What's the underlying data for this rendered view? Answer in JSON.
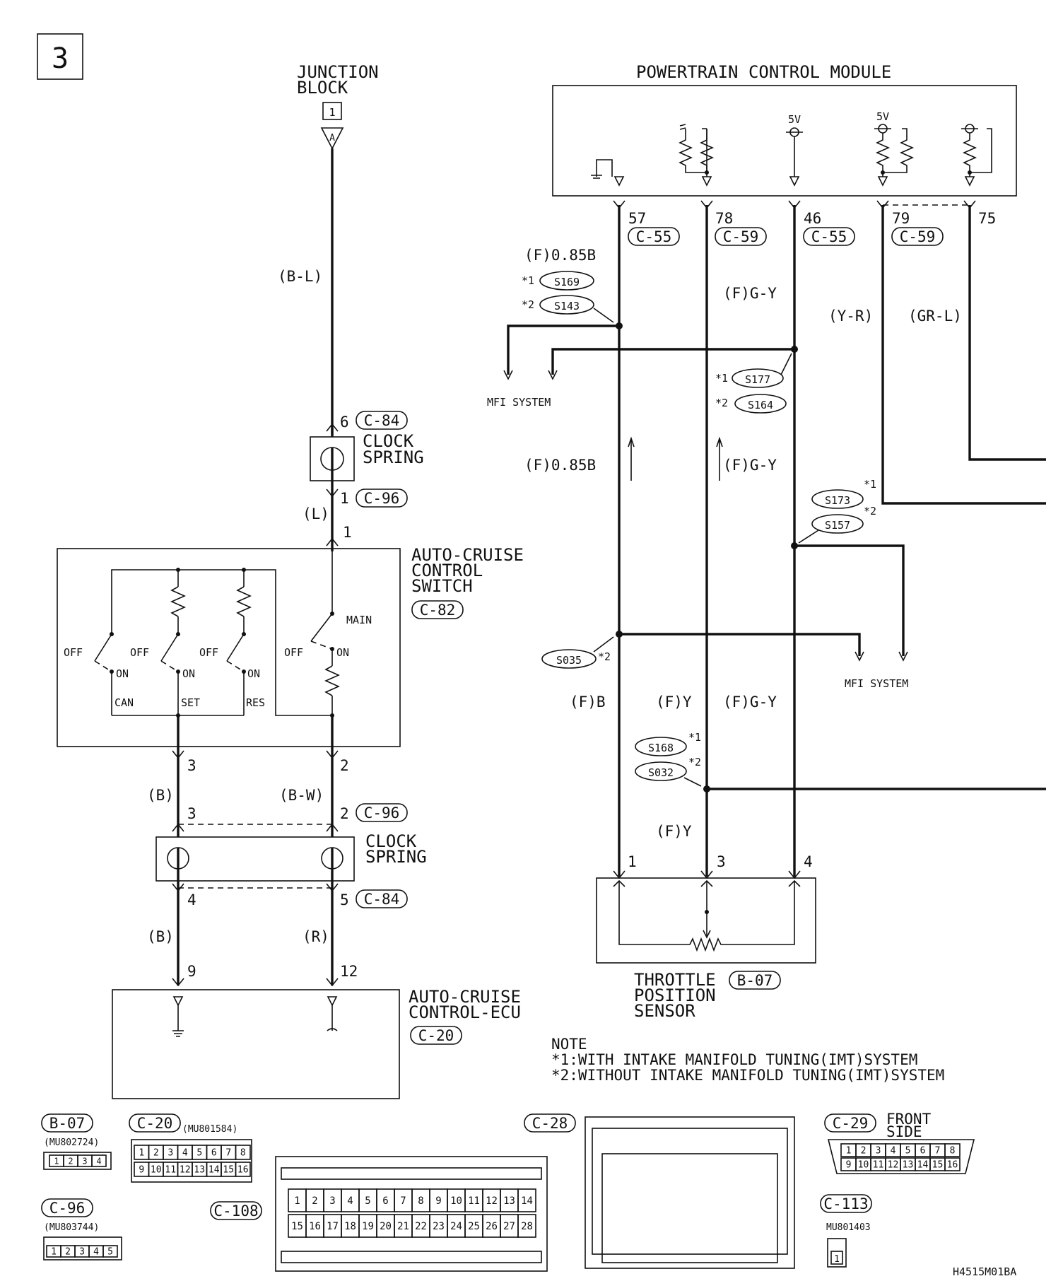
{
  "page_number": "3",
  "diagram_code": "H4515M01BA",
  "junction_block": {
    "title_line1": "JUNCTION",
    "title_line2": "BLOCK",
    "fuse": "1",
    "terminal": "A"
  },
  "pcm": {
    "title": "POWERTRAIN CONTROL MODULE",
    "v1": "5V",
    "v2": "5V",
    "pins": [
      {
        "pin": "57",
        "connector": "C-55"
      },
      {
        "pin": "78",
        "connector": "C-59"
      },
      {
        "pin": "46",
        "connector": "C-55"
      },
      {
        "pin": "79",
        "connector": "C-59"
      },
      {
        "pin": "75",
        "connector": ""
      }
    ]
  },
  "wires": {
    "b_l": "(B-L)",
    "l": "(L)",
    "b_left": "(B)",
    "b_w": "(B-W)",
    "b_bottom": "(B)",
    "r": "(R)",
    "f085b_top": "(F)0.85B",
    "fgy_top": "(F)G-Y",
    "yr": "(Y-R)",
    "grl": "(GR-L)",
    "f085b_mid": "(F)0.85B",
    "fgy_mid": "(F)G-Y",
    "fb": "(F)B",
    "fy": "(F)Y",
    "fgy_low": "(F)G-Y",
    "fy_low": "(F)Y"
  },
  "splices": {
    "s169": "S169",
    "s143": "S143",
    "s177": "S177",
    "s164": "S164",
    "s173": "S173",
    "s157": "S157",
    "s035": "S035",
    "s168": "S168",
    "s032": "S032",
    "mark1": "*1",
    "mark2": "*2"
  },
  "mfi": {
    "label1": "MFI SYSTEM",
    "label2": "MFI SYSTEM"
  },
  "clock_spring_upper": {
    "label1": "CLOCK",
    "label2": "SPRING",
    "pin_top": "6",
    "conn_top": "C-84",
    "pin_bottom": "1",
    "conn_bottom": "C-96"
  },
  "acc_switch": {
    "title1": "AUTO-CRUISE",
    "title2": "CONTROL",
    "title3": "SWITCH",
    "connector": "C-82",
    "pin_top": "1",
    "pin3": "3",
    "pin2": "2",
    "off": "OFF",
    "on": "ON",
    "main": "MAIN",
    "can": "CAN",
    "set": "SET",
    "res": "RES"
  },
  "clock_spring_lower": {
    "label1": "CLOCK",
    "label2": "SPRING",
    "pin_l_top": "3",
    "pin_r_top": "2",
    "conn_top": "C-96",
    "pin_l_bot": "4",
    "pin_r_bot": "5",
    "conn_bot": "C-84"
  },
  "ecu": {
    "title1": "AUTO-CRUISE",
    "title2": "CONTROL-ECU",
    "connector": "C-20",
    "pin_l": "9",
    "pin_r": "12"
  },
  "tps": {
    "title1": "THROTTLE",
    "title2": "POSITION",
    "title3": "SENSOR",
    "connector": "B-07",
    "pin1": "1",
    "pin3": "3",
    "pin4": "4"
  },
  "note": {
    "heading": "NOTE",
    "line1": "*1:WITH INTAKE MANIFOLD TUNING(IMT)SYSTEM",
    "line2": "*2:WITHOUT INTAKE MANIFOLD TUNING(IMT)SYSTEM"
  },
  "connectors": {
    "b07": {
      "id": "B-07",
      "part": "(MU802724)",
      "pins": [
        "1",
        "2",
        "3",
        "4"
      ]
    },
    "c20": {
      "id": "C-20",
      "part": "(MU801584)",
      "row1": [
        "1",
        "2",
        "3",
        "4",
        "5",
        "6",
        "7",
        "8"
      ],
      "row2": [
        "9",
        "10",
        "11",
        "12",
        "13",
        "14",
        "15",
        "16"
      ]
    },
    "c96": {
      "id": "C-96",
      "part": "(MU803744)",
      "pins": [
        "1",
        "2",
        "3",
        "4",
        "5"
      ]
    },
    "c108": {
      "id": "C-108",
      "row1": [
        "1",
        "2",
        "3",
        "4",
        "5",
        "6",
        "7",
        "8",
        "9",
        "10",
        "11",
        "12",
        "13",
        "14"
      ],
      "row2": [
        "15",
        "16",
        "17",
        "18",
        "19",
        "20",
        "21",
        "22",
        "23",
        "24",
        "25",
        "26",
        "27",
        "28"
      ]
    },
    "c28": {
      "id": "C-28"
    },
    "c29": {
      "id": "C-29",
      "side1": "FRONT",
      "side2": "SIDE",
      "row1": [
        "1",
        "2",
        "3",
        "4",
        "5",
        "6",
        "7",
        "8"
      ],
      "row2": [
        "9",
        "10",
        "11",
        "12",
        "13",
        "14",
        "15",
        "16"
      ]
    },
    "c113": {
      "id": "C-113",
      "part": "MU801403",
      "pin": "1"
    }
  }
}
